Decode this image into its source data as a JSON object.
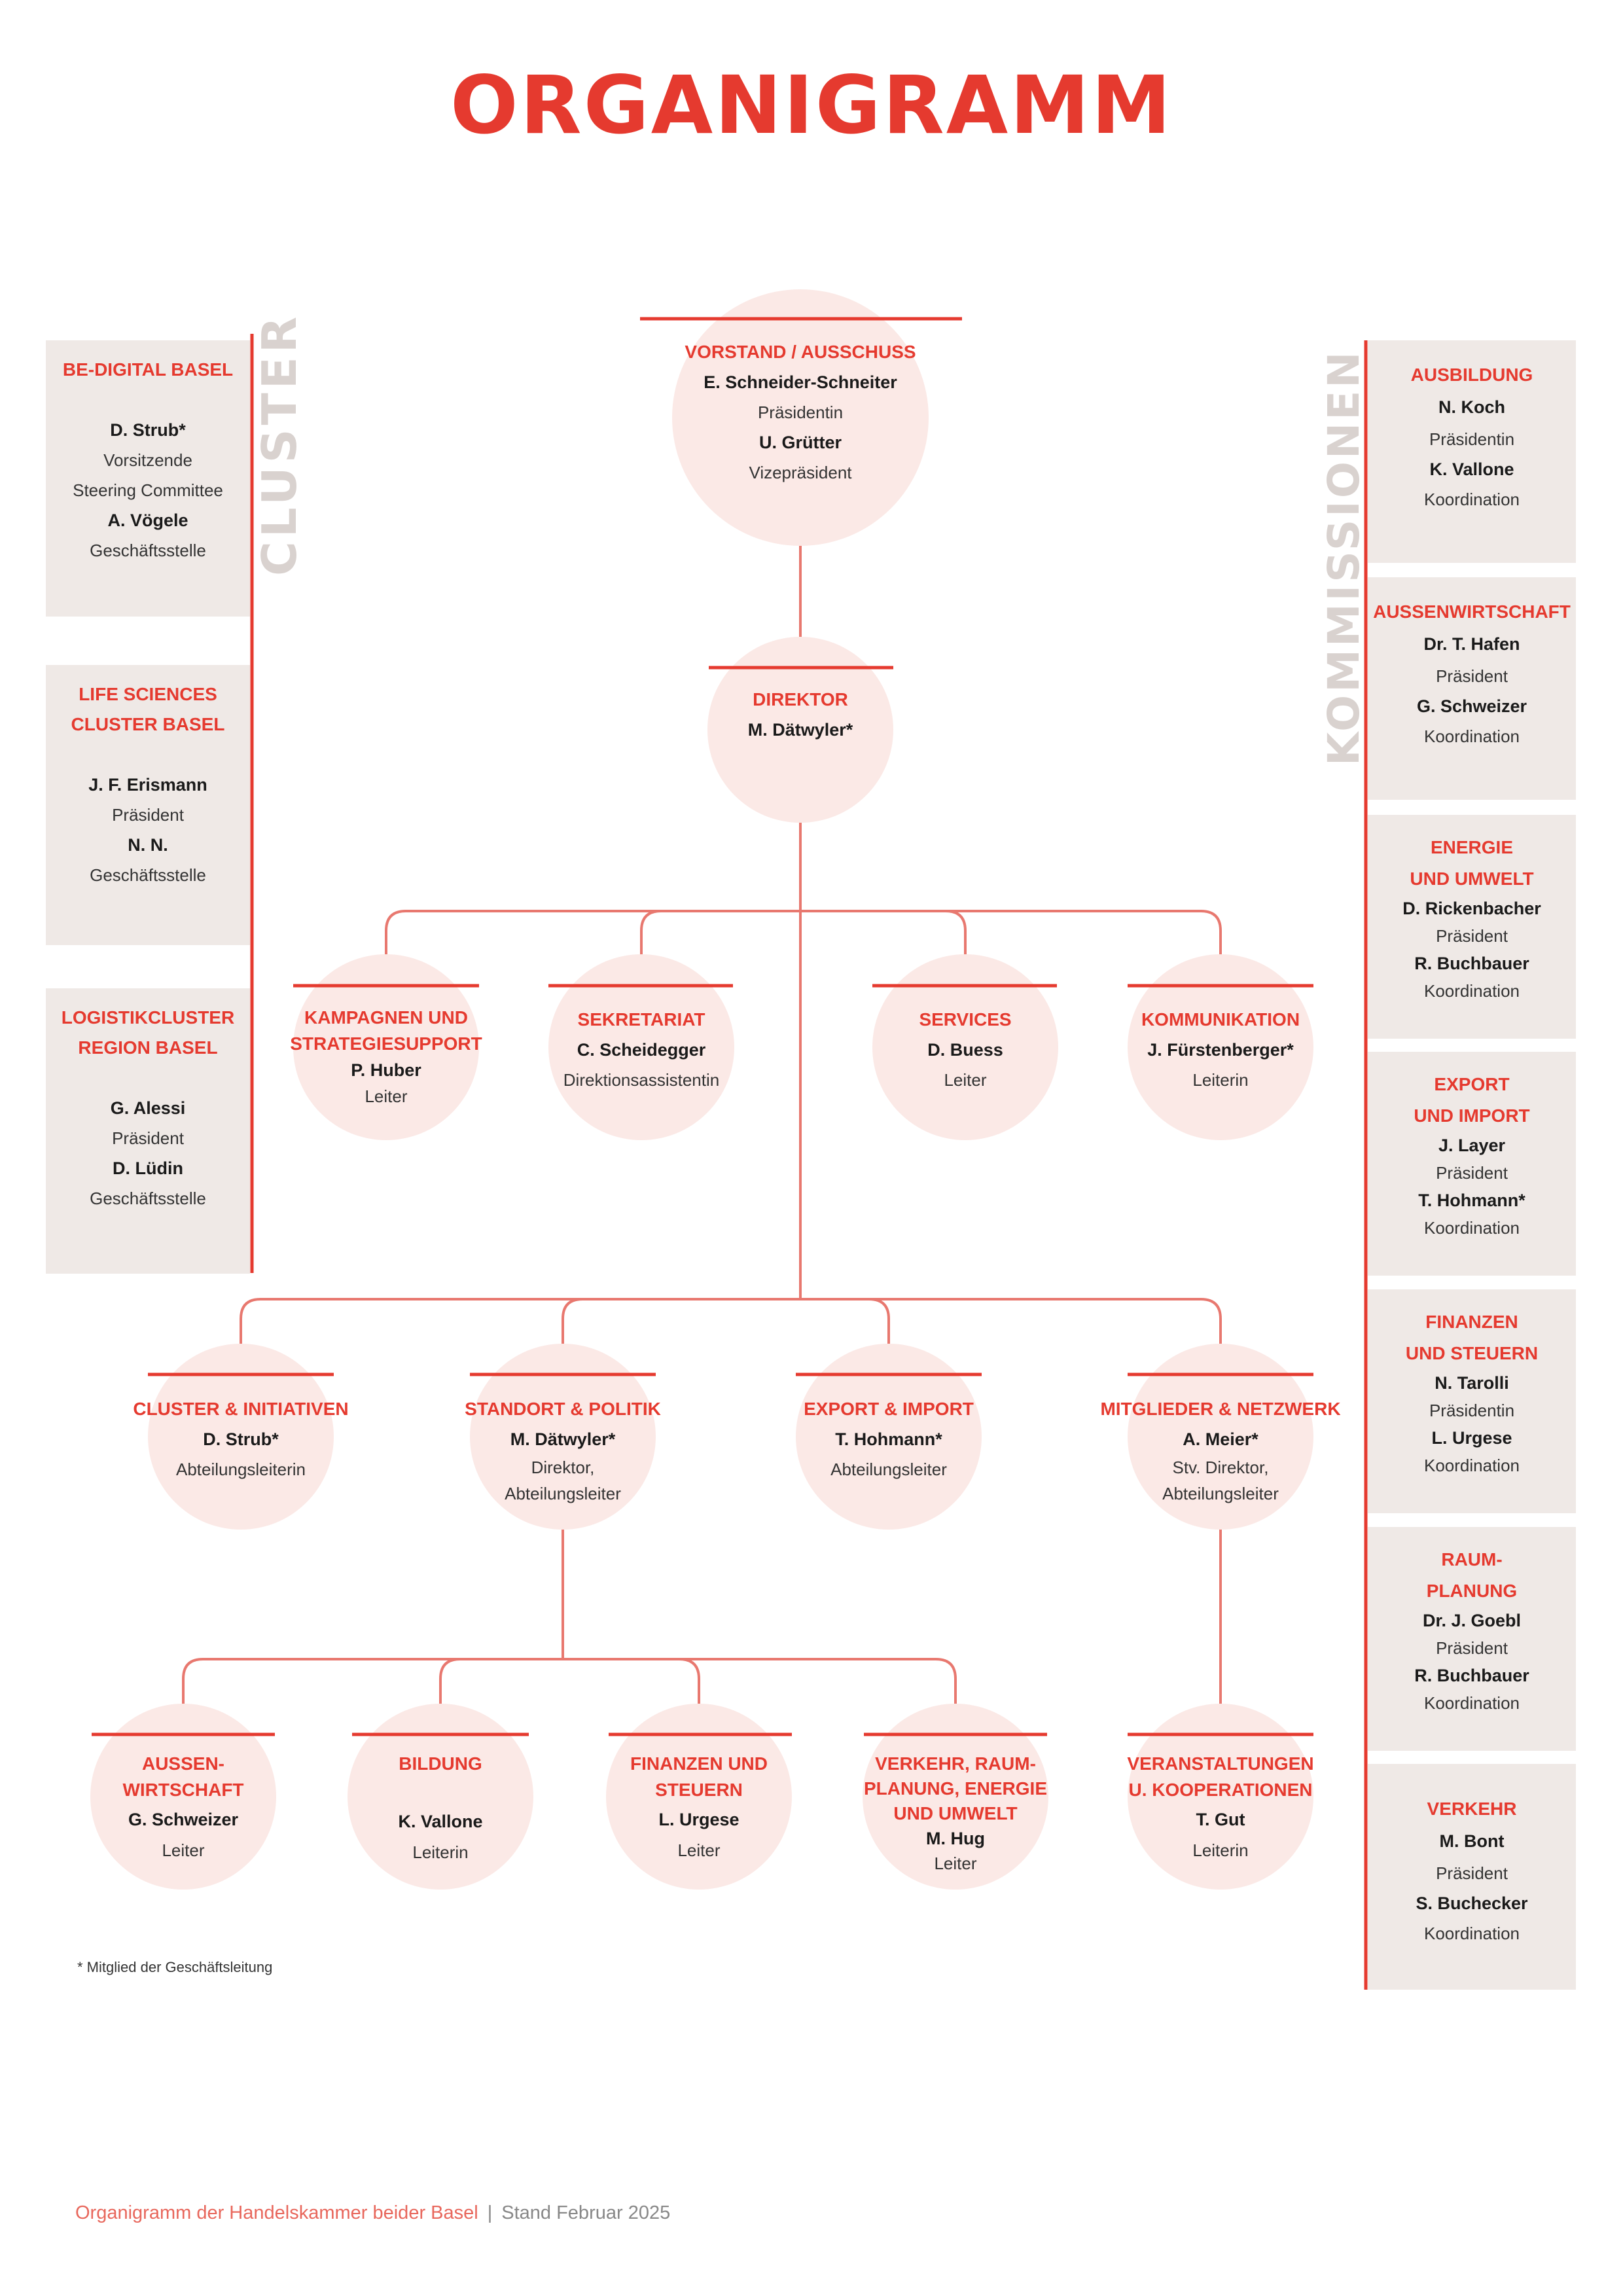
{
  "title": "ORGANIGRAMM",
  "left_label": "CLUSTER",
  "right_label": "KOMMISSIONEN",
  "vorstand": {
    "title": "VORSTAND / AUSSCHUSS",
    "name1": "E. Schneider-Schneiter",
    "role1": "Präsidentin",
    "name2": "U. Grütter",
    "role2": "Vizepräsident"
  },
  "direktor": {
    "title": "DIREKTOR",
    "name": "M. Dätwyler*"
  },
  "level2": [
    {
      "title1": "KAMPAGNEN UND",
      "title2": "STRATEGIESUPPORT",
      "name": "P. Huber",
      "role": "Leiter"
    },
    {
      "title1": "SEKRETARIAT",
      "name": "C. Scheidegger",
      "role": "Direktionsassistentin"
    },
    {
      "title1": "SERVICES",
      "name": "D. Buess",
      "role": "Leiter"
    },
    {
      "title1": "KOMMUNIKATION",
      "name": "J. Fürstenberger*",
      "role": "Leiterin"
    }
  ],
  "level3": [
    {
      "title": "CLUSTER & INITIATIVEN",
      "name": "D. Strub*",
      "role1": "Abteilungsleiterin",
      "role2": ""
    },
    {
      "title": "STANDORT & POLITIK",
      "name": "M. Dätwyler*",
      "role1": "Direktor,",
      "role2": "Abteilungsleiter"
    },
    {
      "title": "EXPORT & IMPORT",
      "name": "T. Hohmann*",
      "role1": "Abteilungsleiter",
      "role2": ""
    },
    {
      "title": "MITGLIEDER & NETZWERK",
      "name": "A. Meier*",
      "role1": "Stv. Direktor,",
      "role2": "Abteilungsleiter"
    }
  ],
  "level4": [
    {
      "title1": "AUSSEN-",
      "title2": "WIRTSCHAFT",
      "title3": "",
      "name": "G. Schweizer",
      "role": "Leiter"
    },
    {
      "title1": "BILDUNG",
      "title2": "",
      "title3": "",
      "name": "K. Vallone",
      "role": "Leiterin"
    },
    {
      "title1": "FINANZEN UND",
      "title2": "STEUERN",
      "title3": "",
      "name": "L. Urgese",
      "role": "Leiter"
    },
    {
      "title1": "VERKEHR, RAUM-",
      "title2": "PLANUNG, ENERGIE",
      "title3": "UND UMWELT",
      "name": "M. Hug",
      "role": "Leiter"
    },
    {
      "title1": "VERANSTALTUNGEN",
      "title2": "U. KOOPERATIONEN",
      "title3": "",
      "name": "T. Gut",
      "role": "Leiterin"
    }
  ],
  "clusters": [
    {
      "title1": "BE-DIGITAL BASEL",
      "title2": "",
      "name1": "D. Strub*",
      "role1a": "Vorsitzende",
      "role1b": "Steering Committee",
      "name2": "A. Vögele",
      "role2": "Geschäftsstelle"
    },
    {
      "title1": "LIFE SCIENCES",
      "title2": "CLUSTER BASEL",
      "name1": "J. F. Erismann",
      "role1a": "Präsident",
      "role1b": "",
      "name2": "N. N.",
      "role2": "Geschäftsstelle"
    },
    {
      "title1": "LOGISTIKCLUSTER",
      "title2": "REGION BASEL",
      "name1": "G. Alessi",
      "role1a": "Präsident",
      "role1b": "",
      "name2": "D. Lüdin",
      "role2": "Geschäftsstelle"
    }
  ],
  "commissions": [
    {
      "title1": "AUSBILDUNG",
      "title2": "",
      "name1": "N. Koch",
      "role1": "Präsidentin",
      "name2": "K. Vallone",
      "role2": "Koordination"
    },
    {
      "title1": "AUSSENWIRTSCHAFT",
      "title2": "",
      "name1": "Dr. T. Hafen",
      "role1": "Präsident",
      "name2": "G. Schweizer",
      "role2": "Koordination"
    },
    {
      "title1": "ENERGIE",
      "title2": "UND UMWELT",
      "name1": "D. Rickenbacher",
      "role1": "Präsident",
      "name2": "R. Buchbauer",
      "role2": "Koordination"
    },
    {
      "title1": "EXPORT",
      "title2": "UND IMPORT",
      "name1": "J. Layer",
      "role1": "Präsident",
      "name2": "T. Hohmann*",
      "role2": "Koordination"
    },
    {
      "title1": "FINANZEN",
      "title2": "UND STEUERN",
      "name1": "N. Tarolli",
      "role1": "Präsidentin",
      "name2": "L. Urgese",
      "role2": "Koordination"
    },
    {
      "title1": "RAUM-",
      "title2": "PLANUNG",
      "name1": "Dr. J. Goebl",
      "role1": "Präsident",
      "name2": "R. Buchbauer",
      "role2": "Koordination"
    },
    {
      "title1": "VERKEHR",
      "title2": "",
      "name1": "M. Bont",
      "role1": "Präsident",
      "name2": "S. Buchecker",
      "role2": "Koordination"
    }
  ],
  "footnote": "* Mitglied der Geschäftsleitung",
  "footer": {
    "left": "Organigramm der Handelskammer beider Basel",
    "sep": "|",
    "right": "Stand Februar 2025"
  },
  "colors": {
    "accent": "#e53a2f",
    "circle": "#fbe9e6",
    "box": "#efe9e6",
    "line": "#e8786f"
  }
}
